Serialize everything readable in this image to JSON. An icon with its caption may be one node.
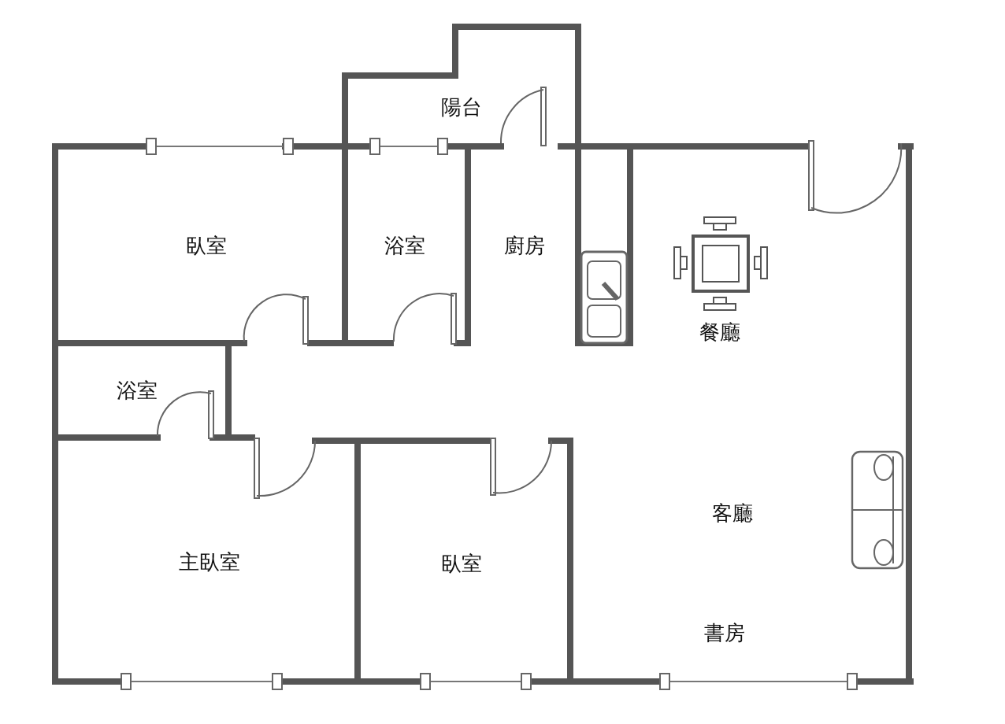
{
  "diagram": {
    "labels": [
      "陽台",
      "臥室",
      "浴室",
      "廚房",
      "餐廳",
      "浴室",
      "客廳",
      "主臥室",
      "臥室",
      "書房"
    ]
  }
}
